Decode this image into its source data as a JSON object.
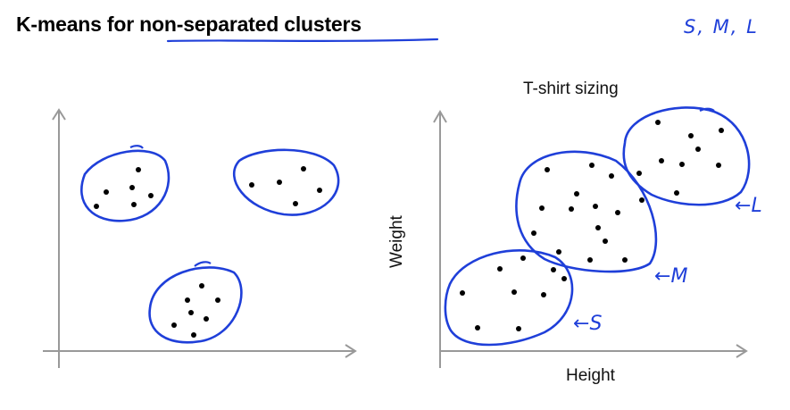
{
  "title": "K-means for non-separated clusters",
  "annotation_sizes": "S, M, L",
  "right_plot": {
    "title": "T-shirt sizing",
    "xlabel": "Height",
    "ylabel": "Weight",
    "cluster_labels": [
      "S",
      "M",
      "L"
    ]
  },
  "colors": {
    "ink": "#1f3fd9",
    "axis": "#999999",
    "point": "#000000"
  }
}
